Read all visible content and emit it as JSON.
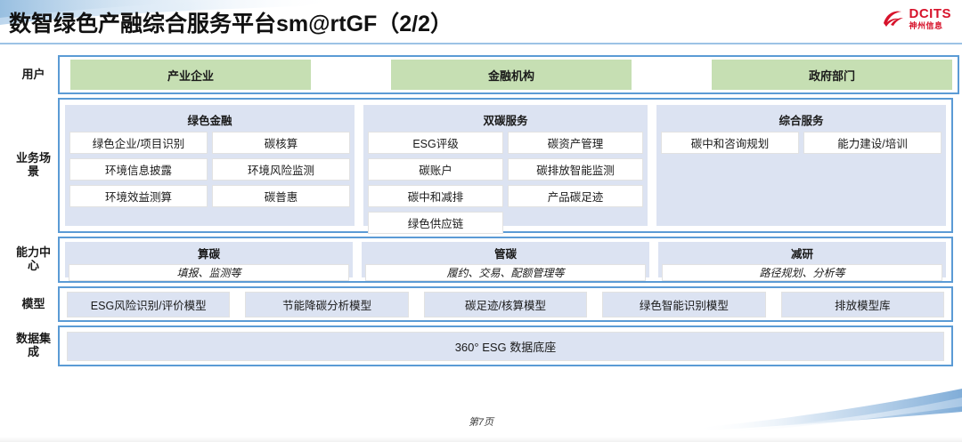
{
  "header": {
    "title": "数智绿色产融综合服务平台sm@rtGF（2/2）",
    "logo_en": "DCITS",
    "logo_cn": "神州信息",
    "accent_blue": "#5b9bd5",
    "accent_red": "#d7132b",
    "panel_blue": "#dce3f2",
    "user_green": "#c6dfb3"
  },
  "rows": {
    "user": {
      "label": "用户",
      "boxes": [
        {
          "label": "产业企业"
        },
        {
          "label": "金融机构"
        },
        {
          "label": "政府部门"
        }
      ]
    },
    "business": {
      "label": "业务场景",
      "panels": [
        {
          "title": "绿色金融",
          "cells": [
            "绿色企业/项目识别",
            "碳核算",
            "环境信息披露",
            "环境风险监测",
            "环境效益测算",
            "碳普惠"
          ]
        },
        {
          "title": "双碳服务",
          "cells": [
            "ESG评级",
            "碳资产管理",
            "碳账户",
            "碳排放智能监测",
            "碳中和减排",
            "产品碳足迹",
            "绿色供应链"
          ]
        },
        {
          "title": "综合服务",
          "cells": [
            "碳中和咨询规划",
            "能力建设/培训"
          ]
        }
      ]
    },
    "capability": {
      "label": "能力中心",
      "panels": [
        {
          "title": "算碳",
          "subtitle": "填报、监测等"
        },
        {
          "title": "管碳",
          "subtitle": "履约、交易、配额管理等"
        },
        {
          "title": "减研",
          "subtitle": "路径规划、分析等"
        }
      ]
    },
    "model": {
      "label": "模型",
      "boxes": [
        "ESG风险识别/评价模型",
        "节能降碳分析模型",
        "碳足迹/核算模型",
        "绿色智能识别模型",
        "排放模型库"
      ]
    },
    "data": {
      "label": "数据集成",
      "box": "360° ESG 数据底座"
    }
  },
  "footer": {
    "page": "第7页"
  }
}
